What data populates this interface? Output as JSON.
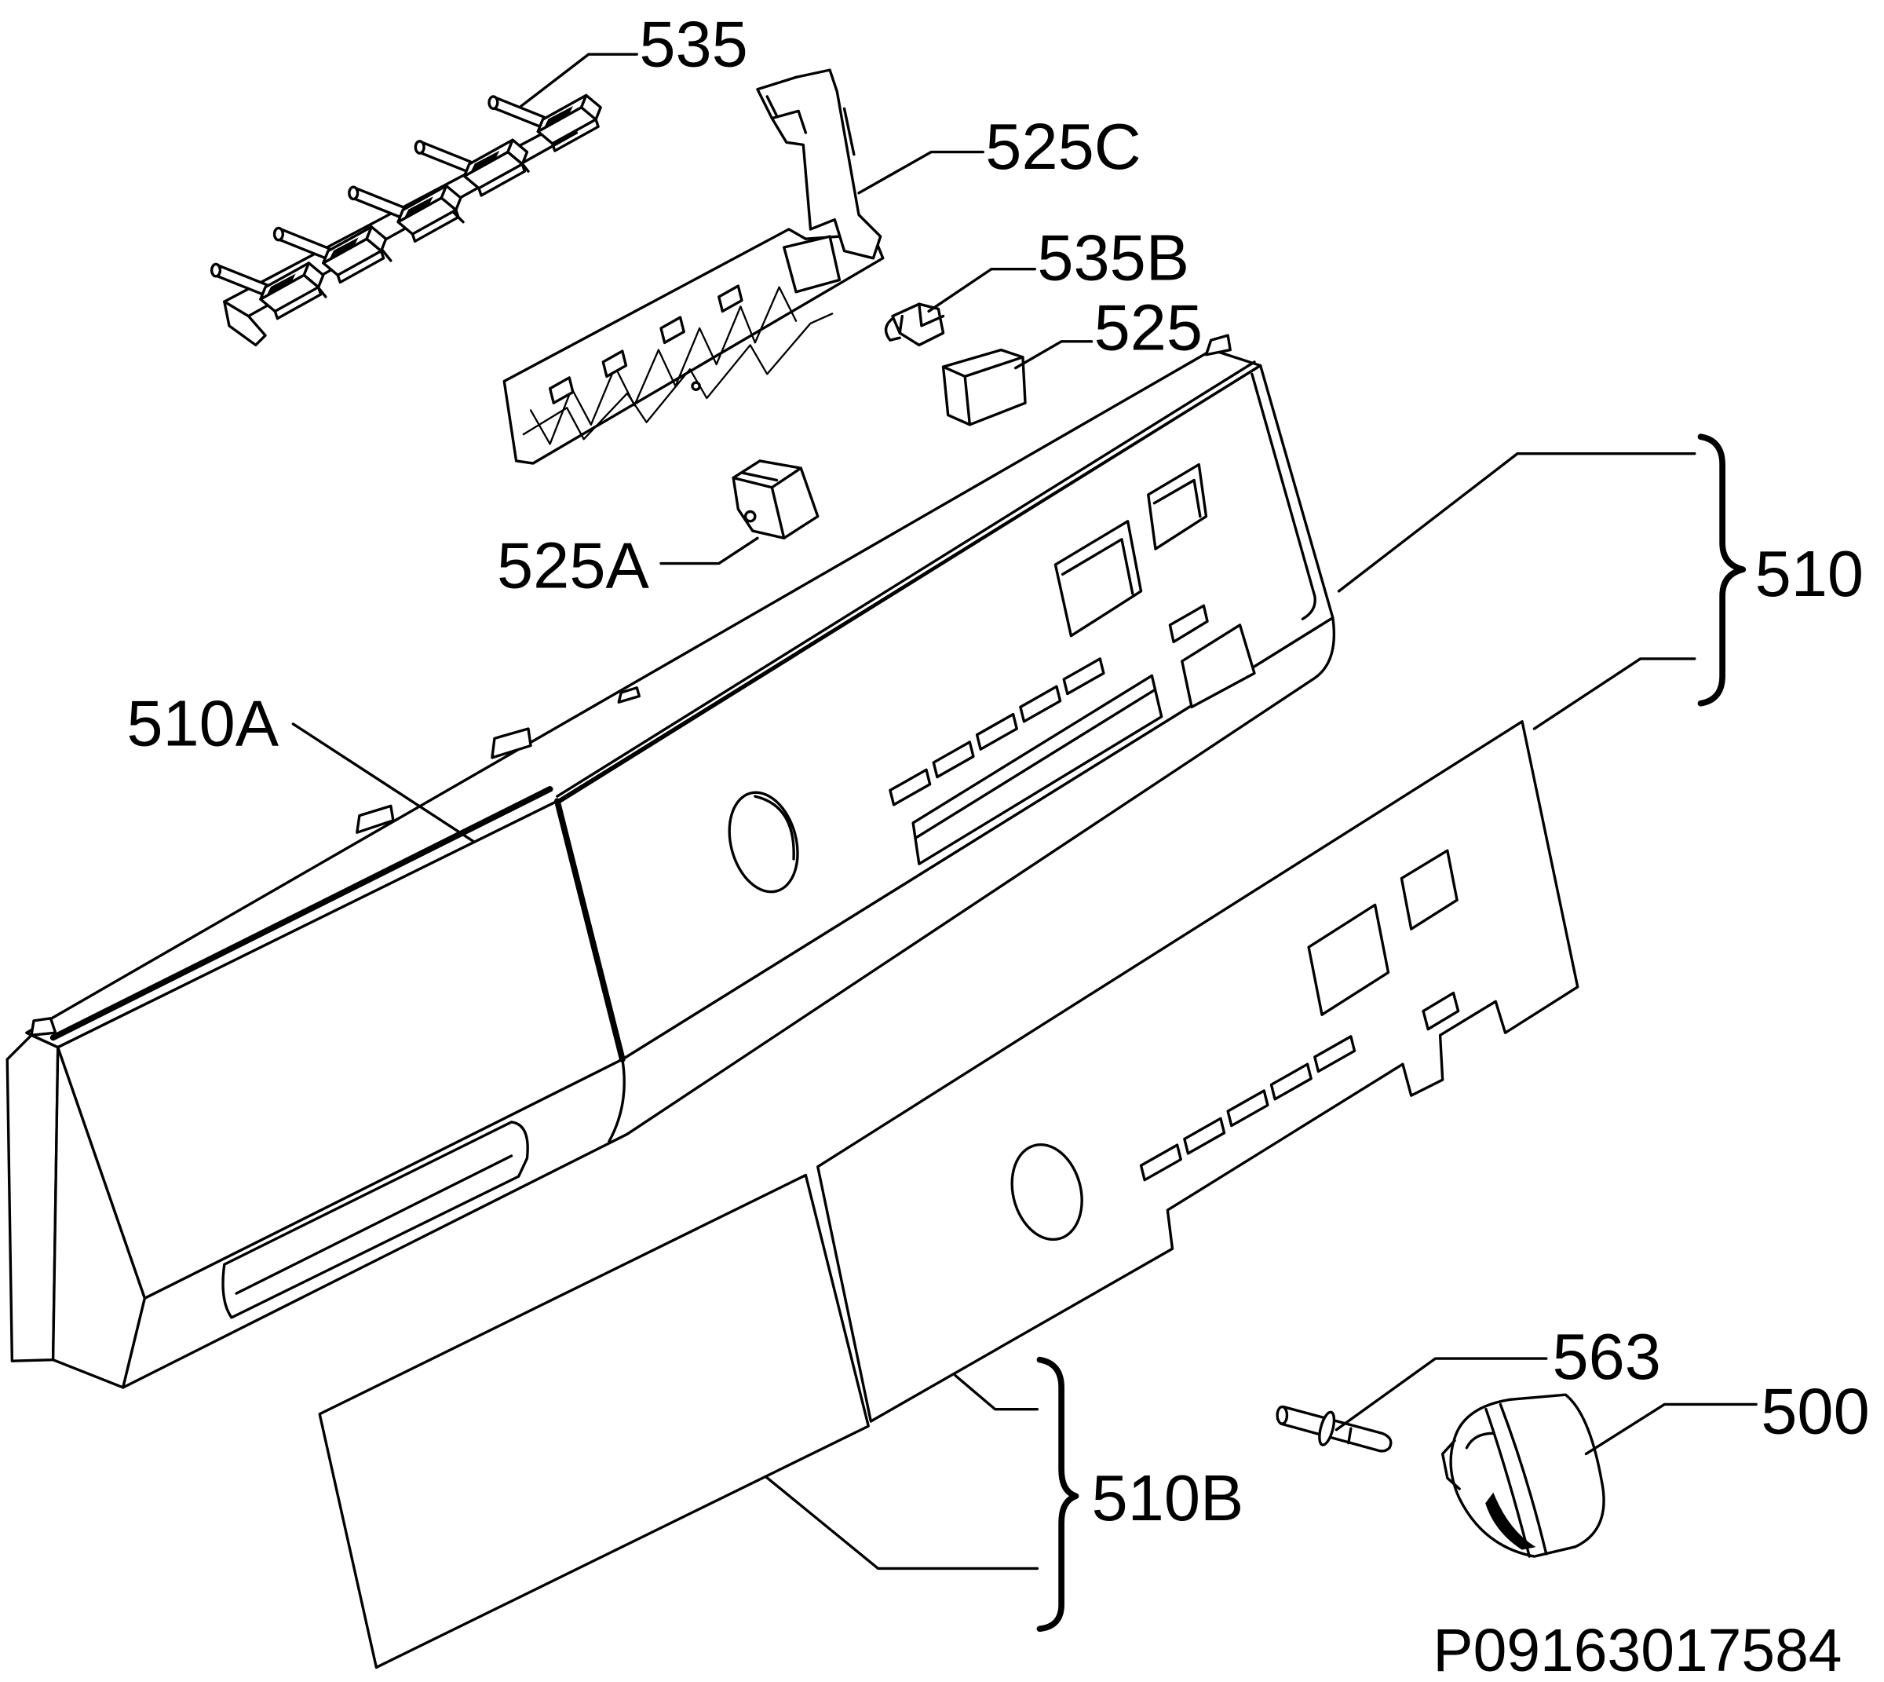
{
  "diagram": {
    "callouts": [
      {
        "label": "535"
      },
      {
        "label": "525C"
      },
      {
        "label": "535B"
      },
      {
        "label": "525"
      },
      {
        "label": "525A"
      },
      {
        "label": "510"
      },
      {
        "label": "510A"
      },
      {
        "label": "510B"
      },
      {
        "label": "563"
      },
      {
        "label": "500"
      }
    ],
    "reference_code": "P09163017584",
    "colors": {
      "line": "#000000",
      "background": "#ffffff"
    }
  }
}
